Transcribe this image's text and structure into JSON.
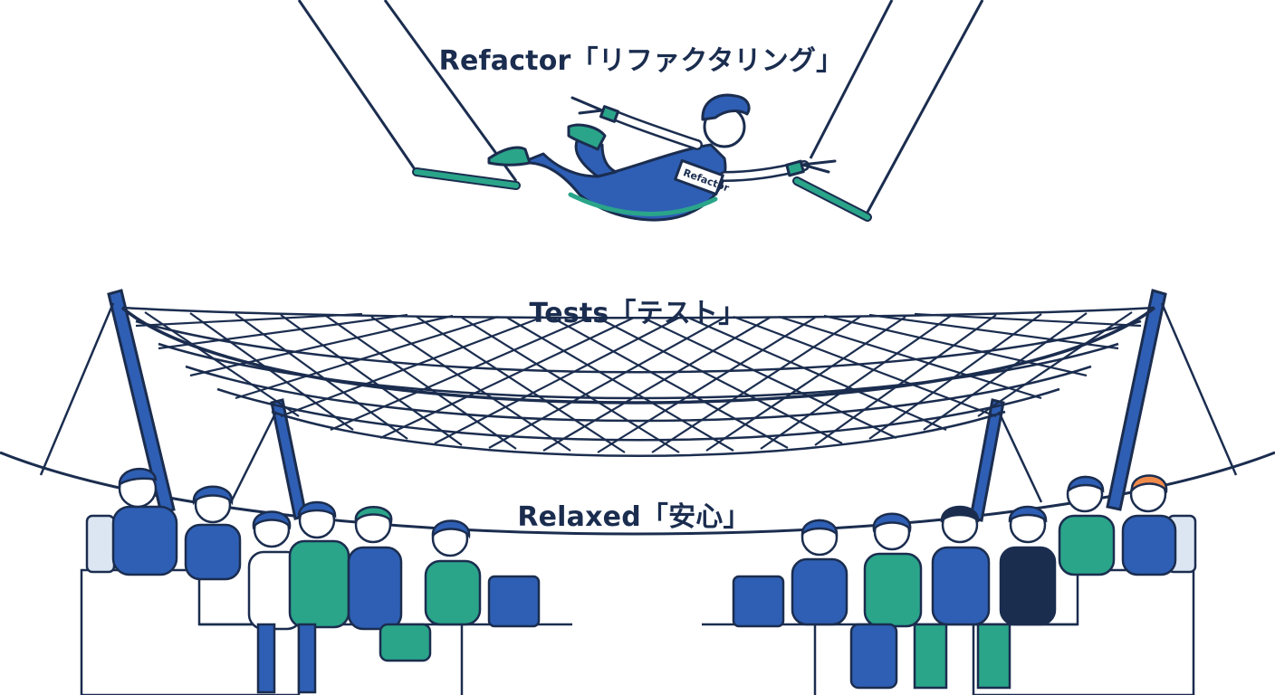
{
  "labels": {
    "refactor": "Refactor「リファクタリング」",
    "tests": "Tests「テスト」",
    "relaxed": "Relaxed「安心」",
    "badge": "Refactor"
  },
  "colors": {
    "outline": "#1b2d4f",
    "blue": "#2e5fb5",
    "teal": "#2aa58a",
    "seat": "#dce6f3",
    "skin": "#ffffff"
  }
}
